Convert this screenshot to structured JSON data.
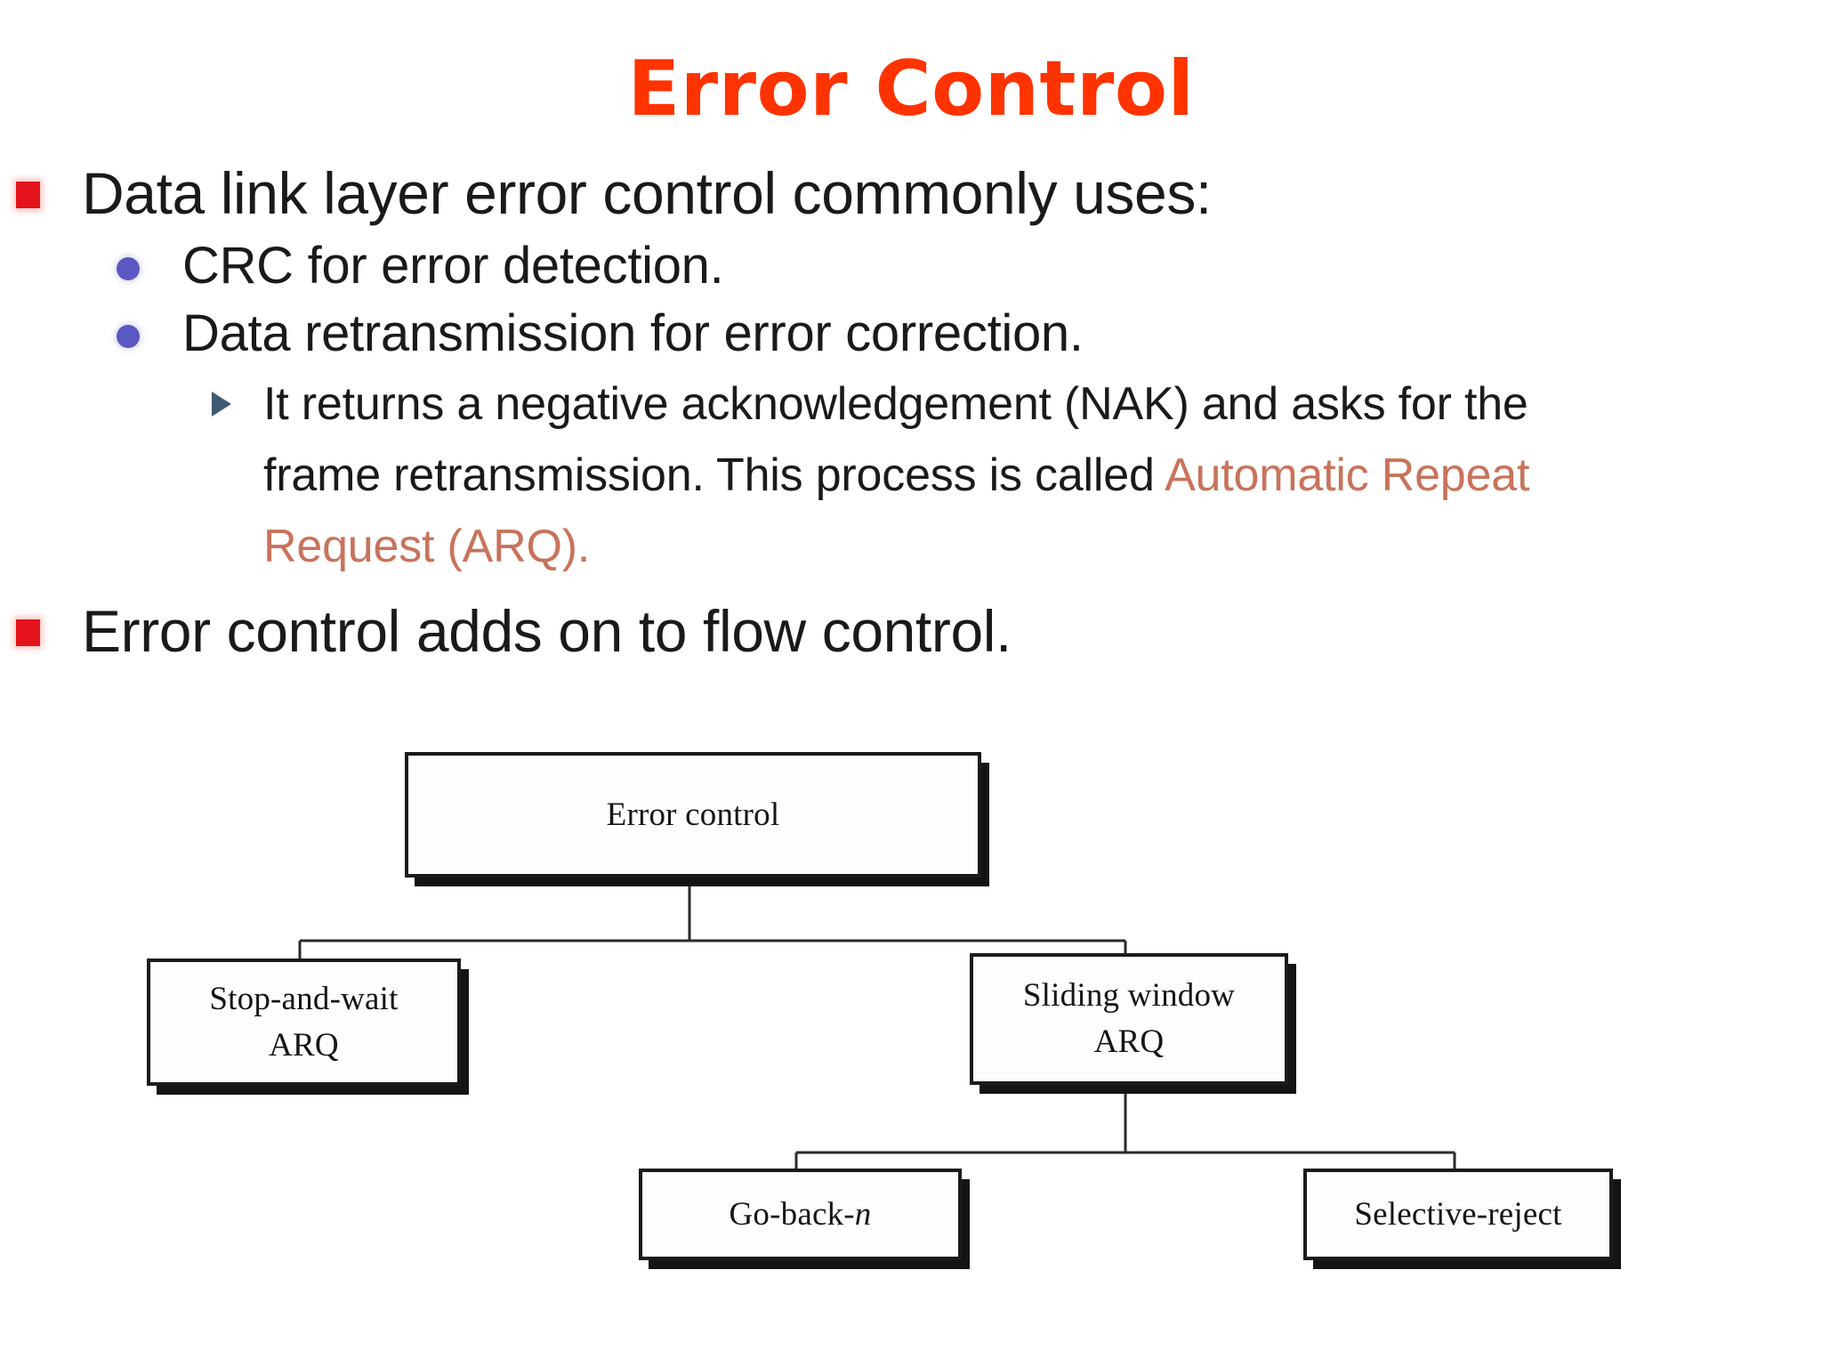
{
  "slide": {
    "title": "Error Control",
    "title_color": "#FF3300",
    "background_color": "#FFFFFF"
  },
  "bullets": {
    "marker_colors": {
      "level1_square": "#E4131B",
      "level2_circle": "#5B58C4",
      "level3_triangle": "#3F5A73"
    },
    "items": [
      {
        "level": 1,
        "text": "Data link layer error control commonly uses:"
      },
      {
        "level": 2,
        "text": "CRC for error detection."
      },
      {
        "level": 2,
        "text": "Data retransmission for error correction."
      },
      {
        "level": 3,
        "text_plain": "It returns a negative acknowledgement (NAK) and asks for the frame retransmission. This process is called Automatic Repeat Request (ARQ).",
        "text_before": "It returns a negative acknowledgement (NAK) and asks for the frame retransmission. This process is called ",
        "highlight": "Automatic Repeat Request (ARQ)",
        "highlight_color": "#C8735B",
        "text_after": "."
      },
      {
        "level": 1,
        "text": "Error control adds on to flow control."
      }
    ]
  },
  "chart_data": {
    "type": "diagram",
    "subtype": "tree",
    "title": "Error control classification",
    "nodes": [
      {
        "id": "error-control",
        "label": "Error control",
        "label_lines": [
          "Error control"
        ],
        "level": 0,
        "parent": null
      },
      {
        "id": "stop-and-wait",
        "label": "Stop-and-wait ARQ",
        "label_lines": [
          "Stop-and-wait",
          "ARQ"
        ],
        "level": 1,
        "parent": "error-control"
      },
      {
        "id": "sliding-window",
        "label": "Sliding window ARQ",
        "label_lines": [
          "Sliding window",
          "ARQ"
        ],
        "level": 1,
        "parent": "error-control"
      },
      {
        "id": "go-back-n",
        "label": "Go-back-n",
        "label_lines": [
          "Go-back-",
          "n"
        ],
        "level": 2,
        "parent": "sliding-window"
      },
      {
        "id": "selective-reject",
        "label": "Selective-reject",
        "label_lines": [
          "Selective-reject"
        ],
        "level": 2,
        "parent": "sliding-window"
      }
    ],
    "edges": [
      {
        "from": "error-control",
        "to": "stop-and-wait"
      },
      {
        "from": "error-control",
        "to": "sliding-window"
      },
      {
        "from": "sliding-window",
        "to": "go-back-n"
      },
      {
        "from": "sliding-window",
        "to": "selective-reject"
      }
    ],
    "style": {
      "box_fill": "#FDFDFB",
      "box_border": "#1B1B1B",
      "shadow": "#141414",
      "line_color": "#2A2A2A"
    }
  },
  "diagram_labels": {
    "error_control": "Error control",
    "stop_and_wait_l1": "Stop-and-wait",
    "stop_and_wait_l2": "ARQ",
    "sliding_window_l1": "Sliding window",
    "sliding_window_l2": "ARQ",
    "go_back_prefix": "Go-back-",
    "go_back_italic": "n",
    "selective_reject": "Selective-reject"
  }
}
